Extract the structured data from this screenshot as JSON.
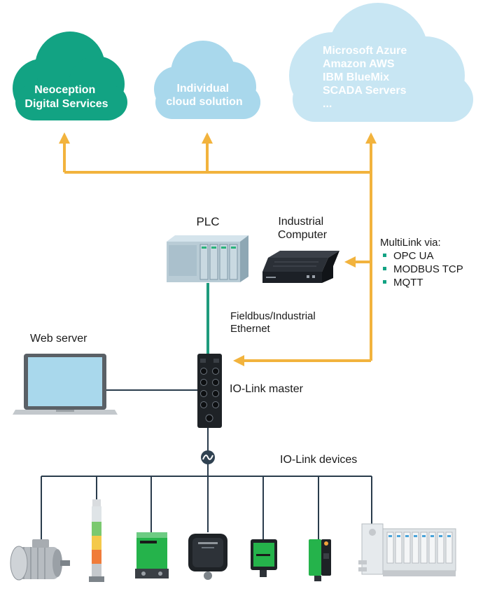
{
  "colors": {
    "teal": "#12a383",
    "light_blue": "#a9d8ec",
    "pale_blue": "#c8e6f3",
    "arrow_yellow": "#f2b33d",
    "fieldbus_green": "#1e9b7d",
    "line_dark": "#2a3c4c"
  },
  "clouds": {
    "neoception": {
      "lines": [
        "Neoception",
        "Digital Services"
      ]
    },
    "individual": {
      "lines": [
        "Individual",
        "cloud solution"
      ]
    },
    "providers": {
      "lines": [
        "Microsoft Azure",
        "Amazon AWS",
        "IBM BlueMix",
        "SCADA Servers",
        "..."
      ]
    }
  },
  "labels": {
    "plc": "PLC",
    "industrial_computer": [
      "Industrial",
      "Computer"
    ],
    "multilink_title": "MultiLink via:",
    "multilink_items": [
      "OPC UA",
      "MODBUS TCP",
      "MQTT"
    ],
    "fieldbus": [
      "Fieldbus/Industrial",
      "Ethernet"
    ],
    "web_server": "Web server",
    "io_link_master": "IO-Link master",
    "io_link_devices": "IO-Link devices"
  },
  "devices": [
    {
      "name": "motor-icon"
    },
    {
      "name": "signal-tower-icon"
    },
    {
      "name": "inductive-sensor-icon"
    },
    {
      "name": "rotary-encoder-icon"
    },
    {
      "name": "ultrasonic-sensor-icon"
    },
    {
      "name": "photoelectric-sensor-icon"
    },
    {
      "name": "valve-terminal-icon"
    }
  ]
}
